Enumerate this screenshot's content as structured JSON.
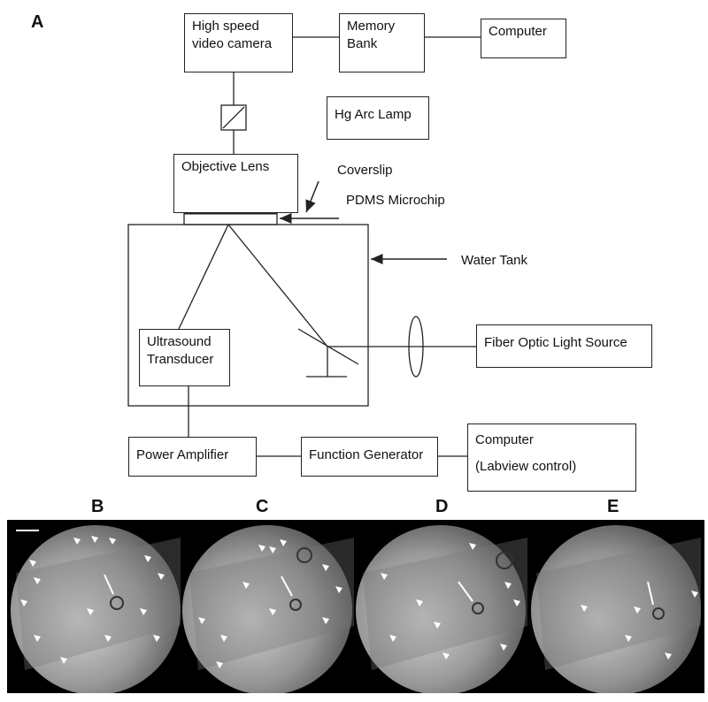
{
  "panels": {
    "a": "A",
    "b": "B",
    "c": "C",
    "d": "D",
    "e": "E"
  },
  "boxes": {
    "camera": "High speed\nvideo camera",
    "memory": "Memory\nBank",
    "computer_top": "Computer",
    "hg_lamp": "Hg Arc Lamp",
    "objective": "Objective Lens",
    "ultrasound": "Ultrasound\nTransducer",
    "fiber": "Fiber Optic Light Source",
    "power_amp": "Power Amplifier",
    "function_gen": "Function Generator",
    "computer_bottom": "Computer",
    "labview": "(Labview control)"
  },
  "labels": {
    "coverslip": "Coverslip",
    "pdms": "PDMS Microchip",
    "water_tank": "Water Tank"
  },
  "colors": {
    "line": "#222222",
    "micro_bg": "#000000",
    "arrowhead": "#ffffff"
  }
}
